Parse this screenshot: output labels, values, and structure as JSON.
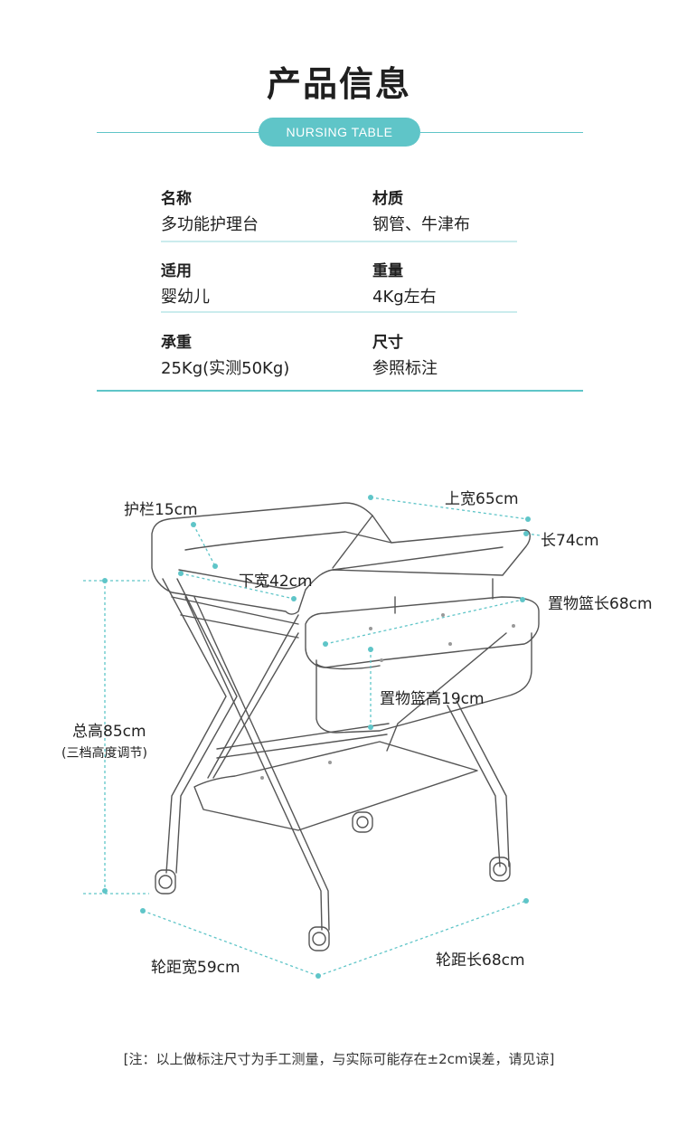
{
  "header": {
    "title": "产品信息",
    "subtitle": "NURSING TABLE"
  },
  "specs": [
    {
      "label": "名称",
      "value": "多功能护理台"
    },
    {
      "label": "材质",
      "value": "钢管、牛津布"
    },
    {
      "label": "适用",
      "value": "婴幼儿"
    },
    {
      "label": "重量",
      "value": "4Kg左右"
    },
    {
      "label": "承重",
      "value": "25Kg(实测50Kg)"
    },
    {
      "label": "尺寸",
      "value": "参照标注"
    }
  ],
  "dimensions": {
    "guardrail": "护栏15cm",
    "top_width": "上宽65cm",
    "length": "长74cm",
    "bottom_width": "下宽42cm",
    "basket_length": "置物篮长68cm",
    "basket_height": "置物篮高19cm",
    "total_height": "总高85cm",
    "height_note": "(三档高度调节)",
    "wheel_width": "轮距宽59cm",
    "wheel_length": "轮距长68cm"
  },
  "colors": {
    "accent": "#5fc5c8",
    "divider": "#cbeced",
    "frame": "#555555"
  },
  "footer": {
    "note": "[注：以上做标注尺寸为手工测量，与实际可能存在±2cm误差，请见谅]"
  }
}
